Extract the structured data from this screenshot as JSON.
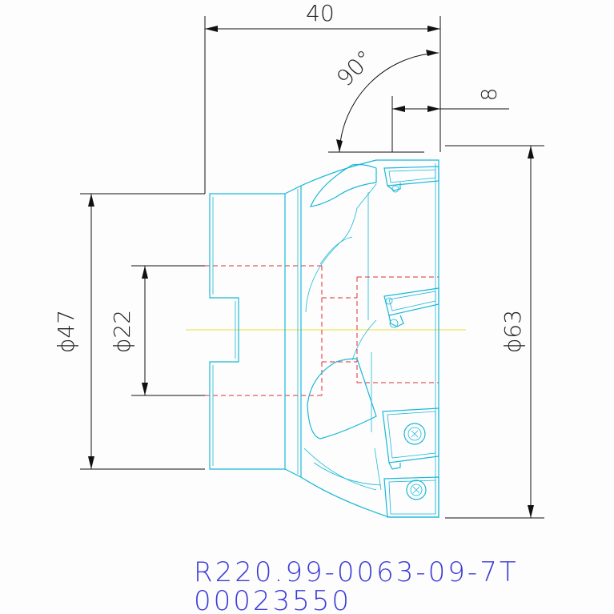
{
  "dimensions": {
    "length": "40",
    "angle": "90°",
    "depth": "8",
    "dia_shank": "ϕ47",
    "dia_bore": "ϕ22",
    "dia_cutter": "ϕ63"
  },
  "caption": {
    "part_number": "R220.99-0063-09-7T",
    "code": "00023550"
  },
  "colors": {
    "outline": "#19b8d8",
    "hidden": "#e03030",
    "axis": "#e8e040",
    "dimension": "#111111",
    "caption": "#3b3bd8"
  }
}
